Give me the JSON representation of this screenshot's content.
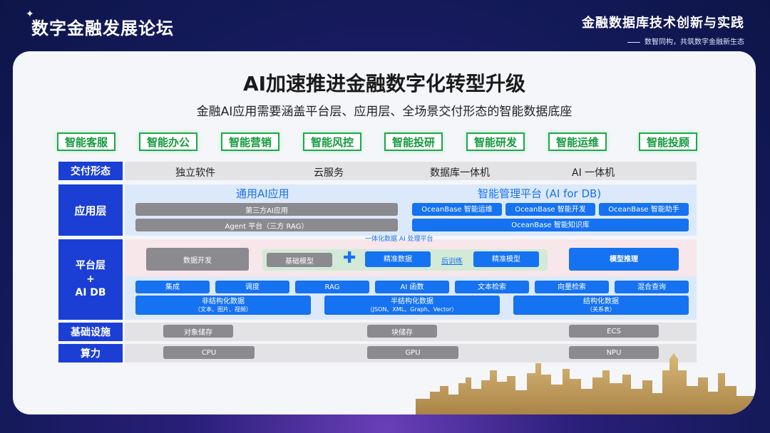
{
  "header": {
    "forum": "数字金融发展论坛",
    "event_title": "金融数据库技术创新与实践",
    "event_tagline": "数智同构，共筑数字金融新生态"
  },
  "main": {
    "title": "AI加速推进金融数字化转型升级",
    "subtitle": "金融AI应用需要涵盖平台层、应用层、全场景交付形态的智能数据底座"
  },
  "scenarios": [
    "智能客服",
    "智能办公",
    "智能营销",
    "智能风控",
    "智能投研",
    "智能研发",
    "智能运维",
    "智能投顾"
  ],
  "delivery": {
    "label": "交付形态",
    "items": [
      "独立软件",
      "云服务",
      "数据库一体机",
      "AI 一体机"
    ]
  },
  "app_layer": {
    "label": "应用层",
    "general_title": "通用AI应用",
    "general_items": [
      "第三方AI应用",
      "Agent 平台（三方 RAG）"
    ],
    "mgmt_title": "智能管理平台 (AI for DB)",
    "mgmt_items": [
      "OceanBase 智能运维",
      "OceanBase 智能开发",
      "OceanBase 智能助手"
    ],
    "mgmt_wide": "OceanBase 智能知识库"
  },
  "platform_layer": {
    "label_line1": "平台层",
    "label_line2": "+",
    "label_line3": "AI DB",
    "pipeline_title": "一体化数据 AI 处理平台",
    "data_dev": "数据开发",
    "base_model": "基础模型",
    "precise_data": "精准数据",
    "post_train": "后训练",
    "precise_model": "精准模型",
    "inference": "模型推理",
    "capabilities": [
      "集成",
      "调度",
      "RAG",
      "AI 函数",
      "文本检索",
      "向量检索",
      "混合查询"
    ],
    "data_types": [
      {
        "name": "非结构化数据",
        "desc": "（文本、图片、视频）"
      },
      {
        "name": "半结构化数据",
        "desc": "（JSON、XML、Graph、Vector）"
      },
      {
        "name": "结构化数据",
        "desc": "（关系表）"
      }
    ]
  },
  "infra": {
    "label": "基础设施",
    "items": [
      "对象储存",
      "块储存",
      "ECS"
    ]
  },
  "compute": {
    "label": "算力",
    "items": [
      "CPU",
      "GPU",
      "NPU"
    ]
  }
}
